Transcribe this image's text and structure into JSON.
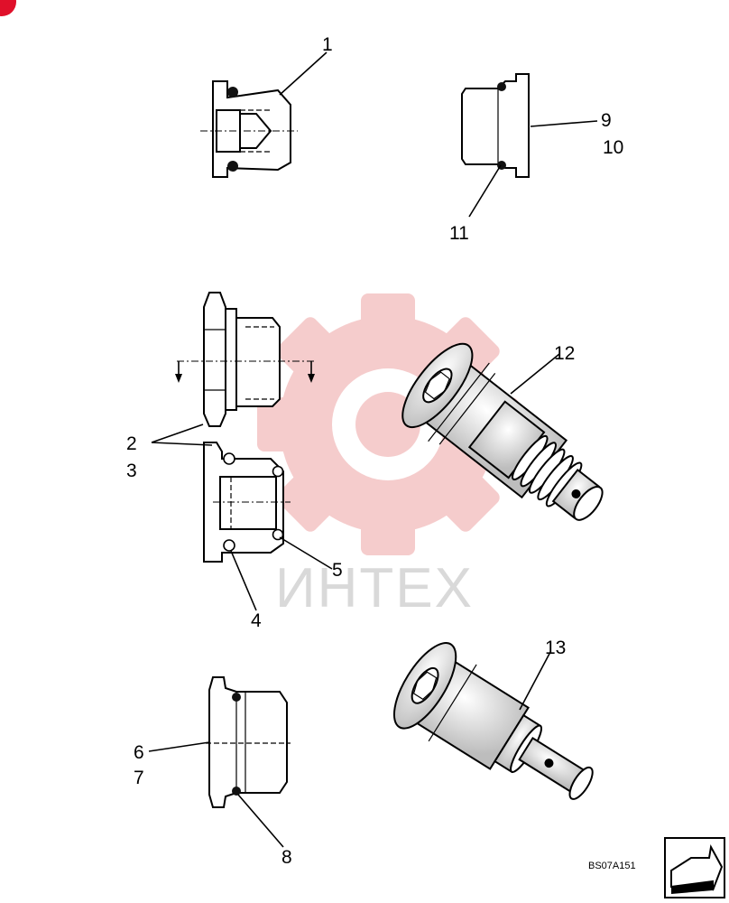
{
  "drawing_code": "BS07A151",
  "watermark": {
    "text": "ИНТЕХ",
    "color": "#f2b8b8",
    "icon": "gear-logo-icon"
  },
  "corner_marker_color": "#e0102a",
  "callouts": {
    "c1": "1",
    "c2": "2",
    "c3": "3",
    "c4": "4",
    "c5": "5",
    "c6": "6",
    "c7": "7",
    "c8": "8",
    "c9": "9",
    "c10": "10",
    "c11": "11",
    "c12": "12",
    "c13": "13"
  },
  "icons": {
    "navigation": "next-page-arrow-icon"
  }
}
